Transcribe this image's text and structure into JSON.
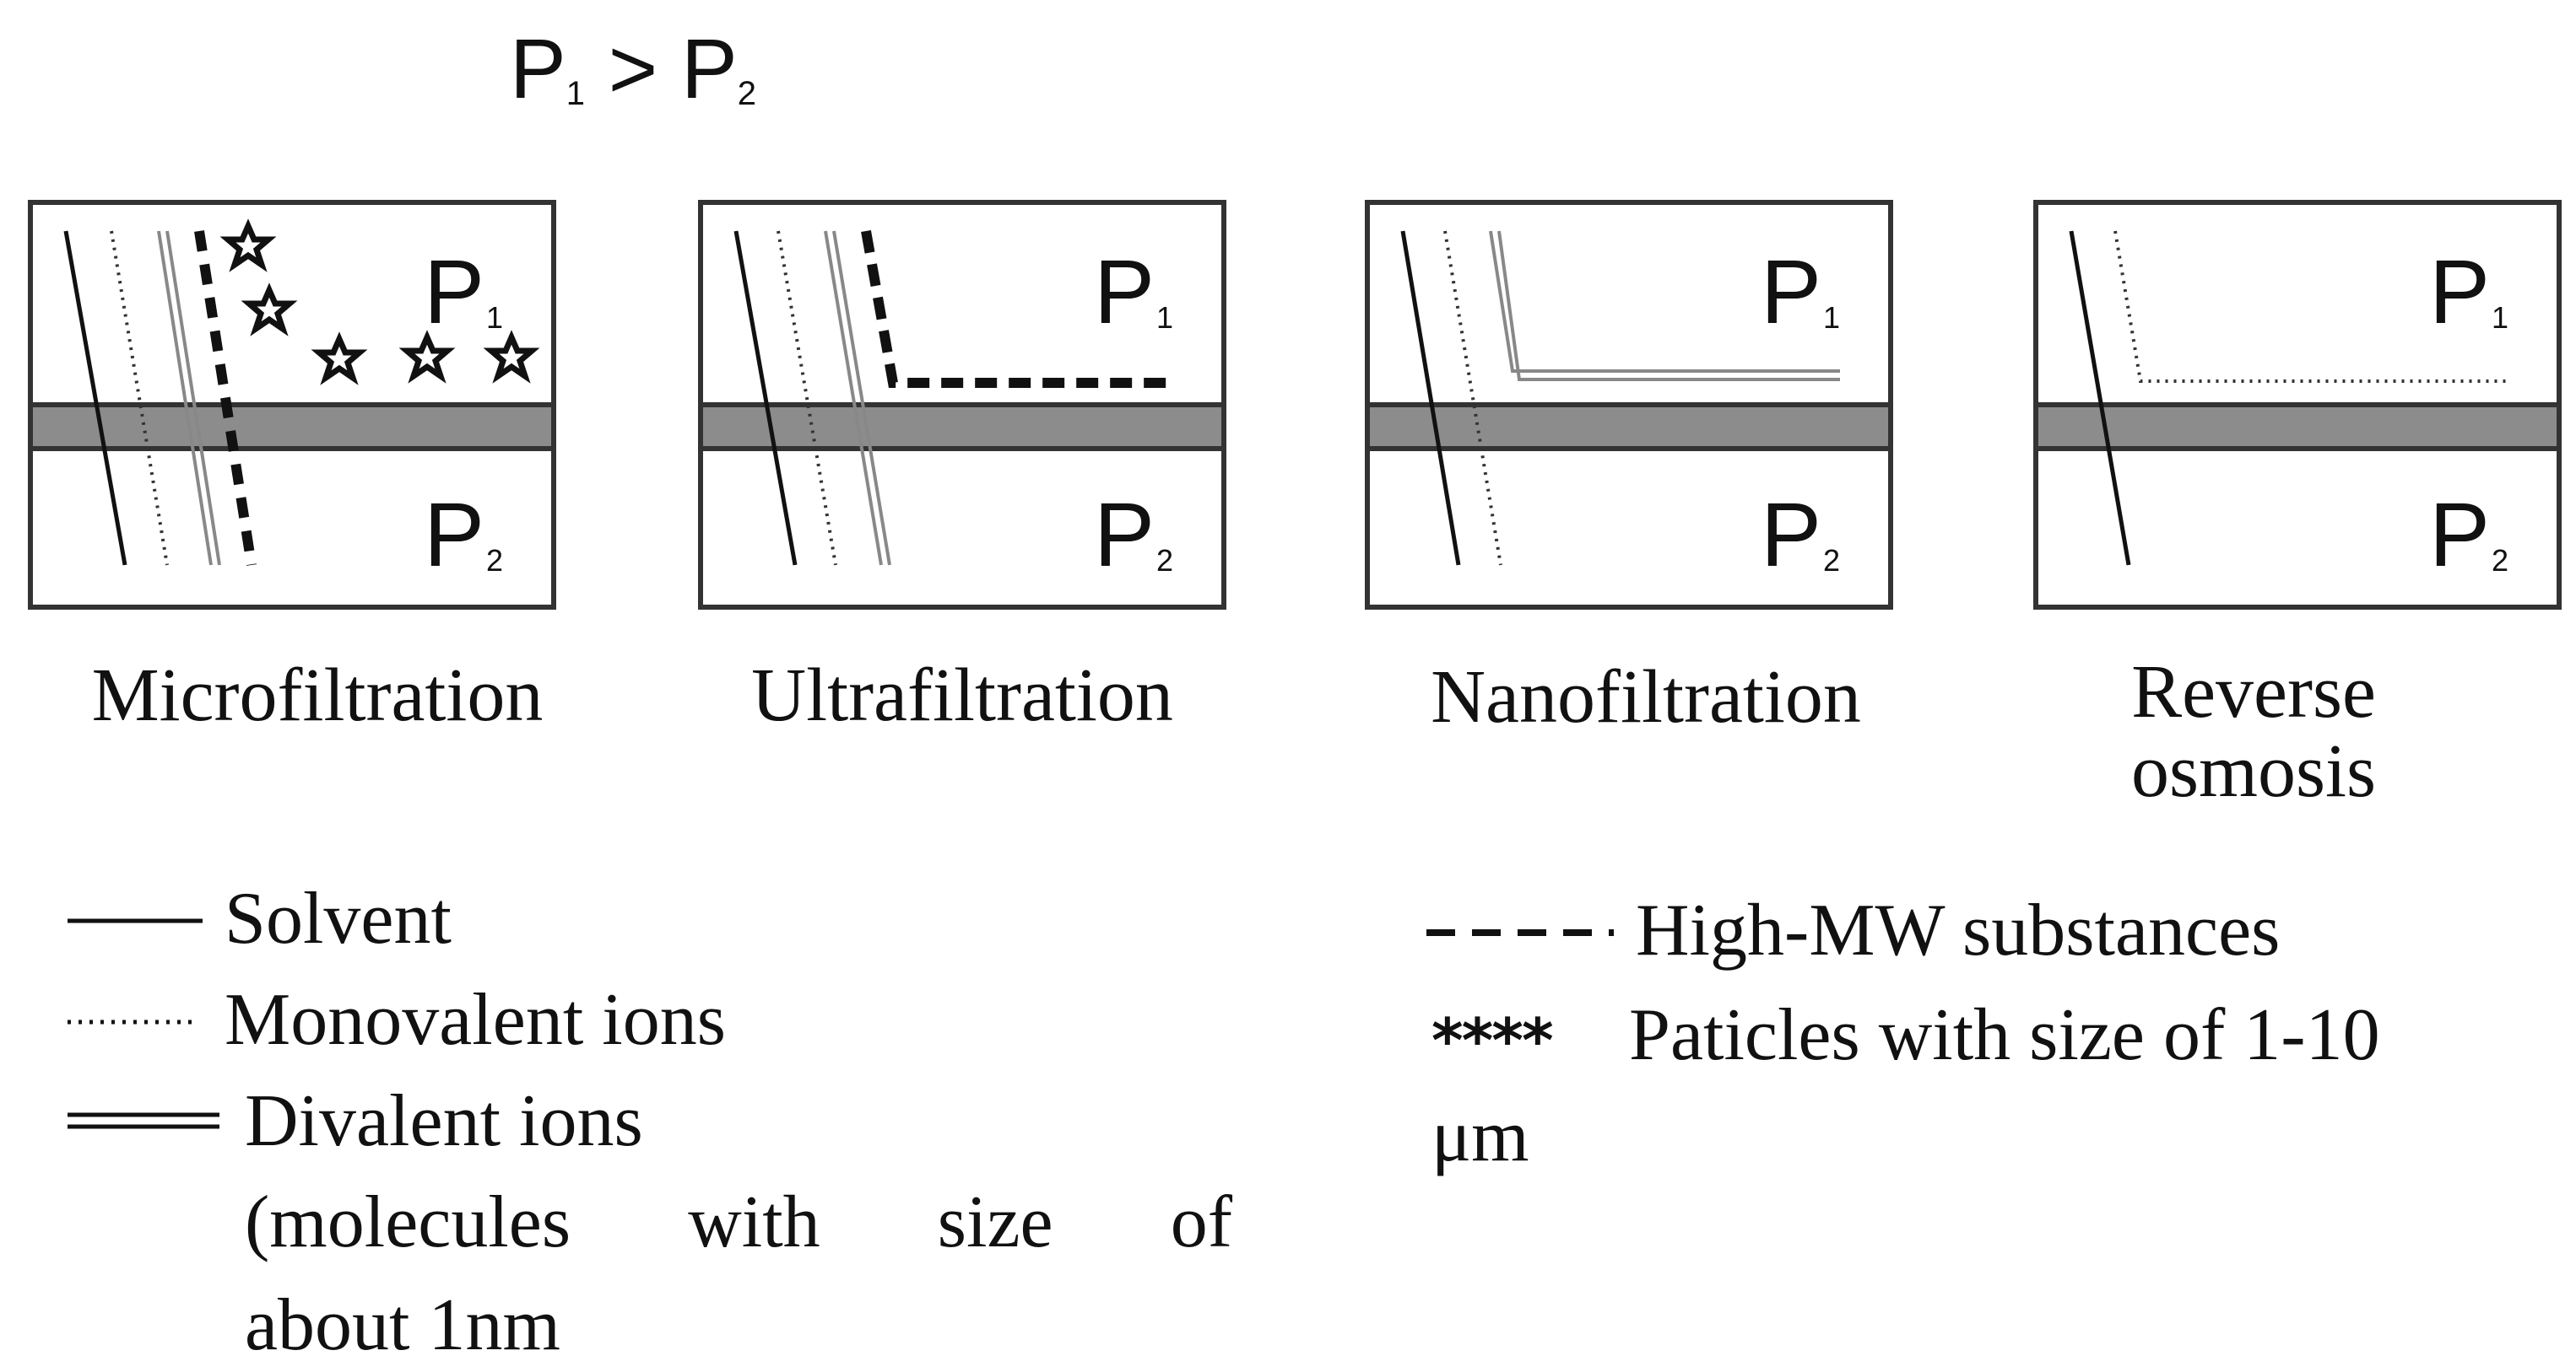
{
  "title": {
    "base_left": "P",
    "sub_left": "1",
    "operator": ">",
    "base_right": "P",
    "sub_right": "2"
  },
  "panels": [
    {
      "caption": "Microfiltration",
      "top_base": "P",
      "top_sub": "1",
      "bottom_base": "P",
      "bottom_sub": "2"
    },
    {
      "caption": "Ultrafiltration",
      "top_base": "P",
      "top_sub": "1",
      "bottom_base": "P",
      "bottom_sub": "2"
    },
    {
      "caption": "Nanofiltration",
      "top_base": "P",
      "top_sub": "1",
      "bottom_base": "P",
      "bottom_sub": "2"
    },
    {
      "caption_line1": "Reverse",
      "caption_line2": "osmosis",
      "top_base": "P",
      "top_sub": "1",
      "bottom_base": "P",
      "bottom_sub": "2"
    }
  ],
  "legend": {
    "solvent": "Solvent",
    "monovalent": "Monovalent ions",
    "divalent": "Divalent ions",
    "divalent_note_line1": "(molecules with size of",
    "divalent_note_line2": "about 1nm",
    "high_mw": "High-MW substances",
    "particles_symbol": "****",
    "particles_line1": "Paticles with size of 1-10",
    "particles_line2": "μm"
  }
}
